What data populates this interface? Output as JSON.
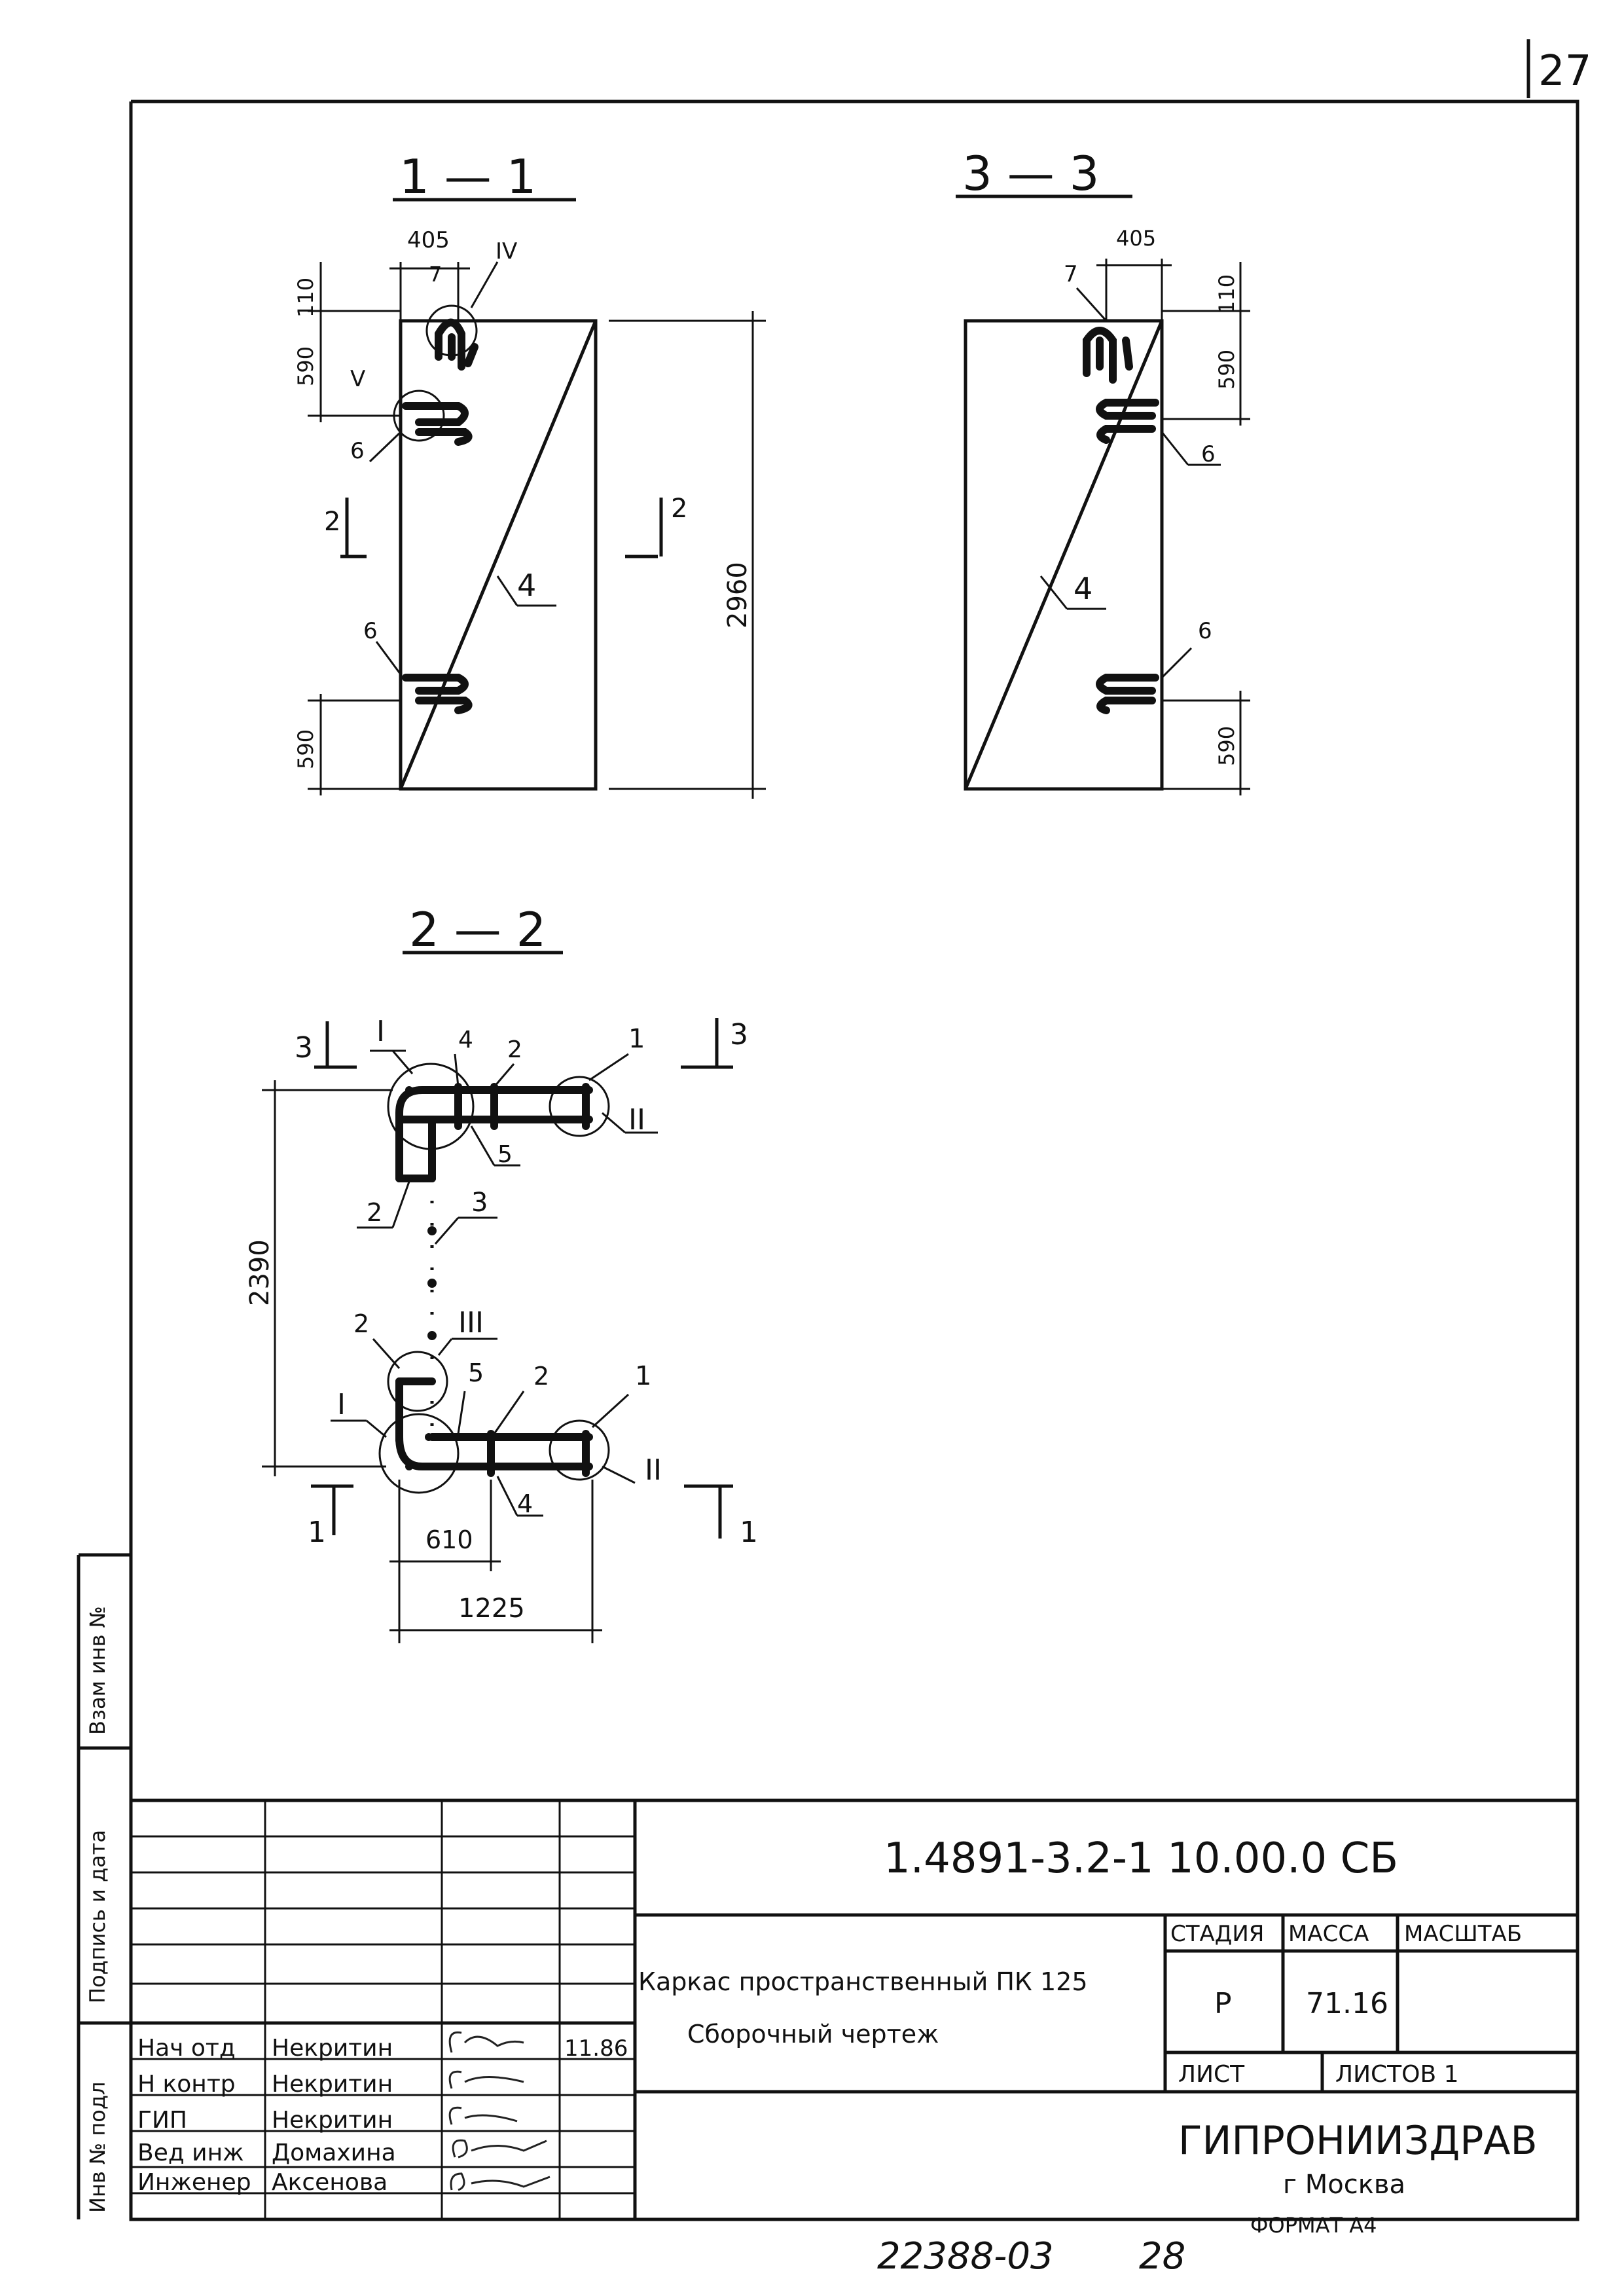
{
  "page_number": "27",
  "sections": {
    "s11": {
      "title": "1 — 1",
      "dim_w": "405",
      "dim_top": "110",
      "dim_590a": "590",
      "dim_590b": "590",
      "dim_h": "2960",
      "label_7": "7",
      "label_iv": "IV",
      "label_v": "V",
      "label_6a": "6",
      "label_6b": "6",
      "label_4": "4",
      "cut_left": "2",
      "cut_right": "2"
    },
    "s33": {
      "title": "3 — 3",
      "dim_w": "405",
      "dim_top": "110",
      "dim_590a": "590",
      "dim_590b": "590",
      "label_7": "7",
      "label_6a": "6",
      "label_6b": "6",
      "label_4": "4"
    },
    "s22": {
      "title": "2 — 2",
      "dim_v": "2390",
      "dim_610": "610",
      "dim_1225": "1225",
      "cut3_left": "3",
      "cut3_right": "3",
      "cut1_left": "1",
      "cut1_right": "1",
      "l_I_top": "I",
      "l_4_top": "4",
      "l_2_top": "2",
      "l_1_top": "1",
      "l_II_top": "II",
      "l_5_top": "5",
      "l_2_mid": "2",
      "l_3": "3",
      "l_III": "III",
      "l_2_low": "2",
      "l_5_low": "5",
      "l_2_low2": "2",
      "l_1_low": "1",
      "l_I_low": "I",
      "l_II_low": "II",
      "l_4_low": "4"
    }
  },
  "side_stamp": {
    "inv_orig": "Инв № подл",
    "sign_date": "Подпись и дата",
    "instead_inv": "Взам инв №"
  },
  "title_block": {
    "code": "1.4891-3.2-1 10.00.0 СБ",
    "name_line1": "Каркас пространственный ПК 125",
    "name_line2": "Сборочный   чертеж",
    "stage_hdr": "СТАДИЯ",
    "mass_hdr": "МАССА",
    "scale_hdr": "МАСШТАБ",
    "stage_val": "Р",
    "mass_val": "71.16",
    "sheet_hdr": "ЛИСТ",
    "sheets_hdr": "ЛИСТОВ 1",
    "org": "ГИПРОНИИЗДРАВ",
    "city": "г Москва",
    "date": "11.86",
    "people": [
      {
        "role": "Нач отд",
        "name": "Некритин"
      },
      {
        "role": "Н контр",
        "name": "Некритин"
      },
      {
        "role": "ГИП",
        "name": "Некритин"
      },
      {
        "role": "Вед инж",
        "name": "Домахина"
      },
      {
        "role": "Инженер",
        "name": "Аксенова"
      }
    ]
  },
  "footer": {
    "doc_no": "22388-03",
    "page": "28",
    "format": "ФОРМАТ А4"
  }
}
